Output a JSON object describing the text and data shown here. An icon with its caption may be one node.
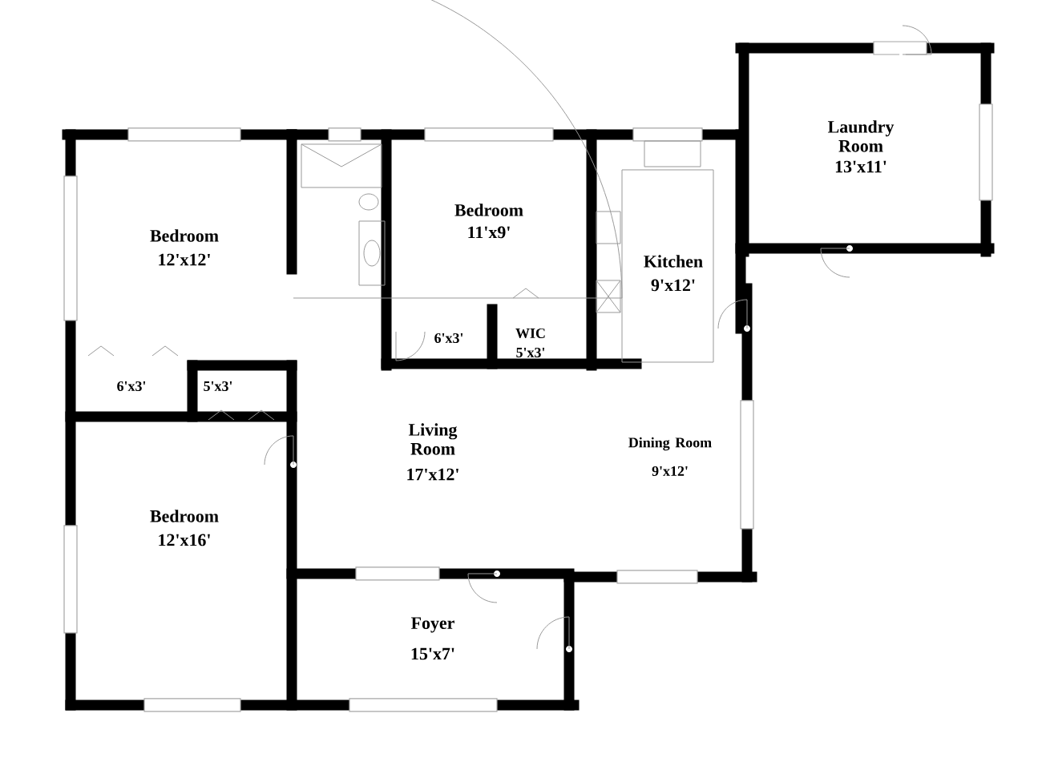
{
  "diagram": {
    "labels": [
      "Laundry Room",
      "13'x11'",
      "Bedroom",
      "12'x12'",
      "Bedroom",
      "11'x9'",
      "Kitchen",
      "9'x12'",
      "6'x3'",
      "WIC",
      "5'x3'",
      "6'x3'",
      "5'x3'",
      "Living Room",
      "17'x12'",
      "Dining Room",
      "9'x12'",
      "Bedroom",
      "12'x16'",
      "Foyer",
      "15'x7'"
    ]
  }
}
